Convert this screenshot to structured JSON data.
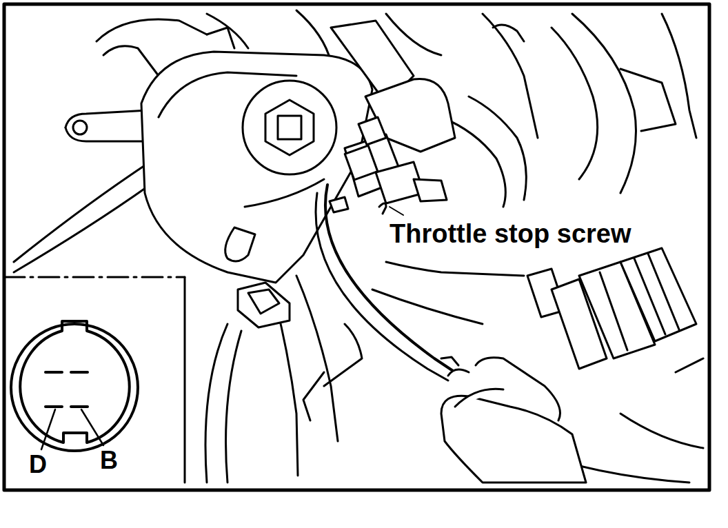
{
  "diagram": {
    "labels": [
      "Throttle stop screw",
      "D",
      "B"
    ]
  }
}
